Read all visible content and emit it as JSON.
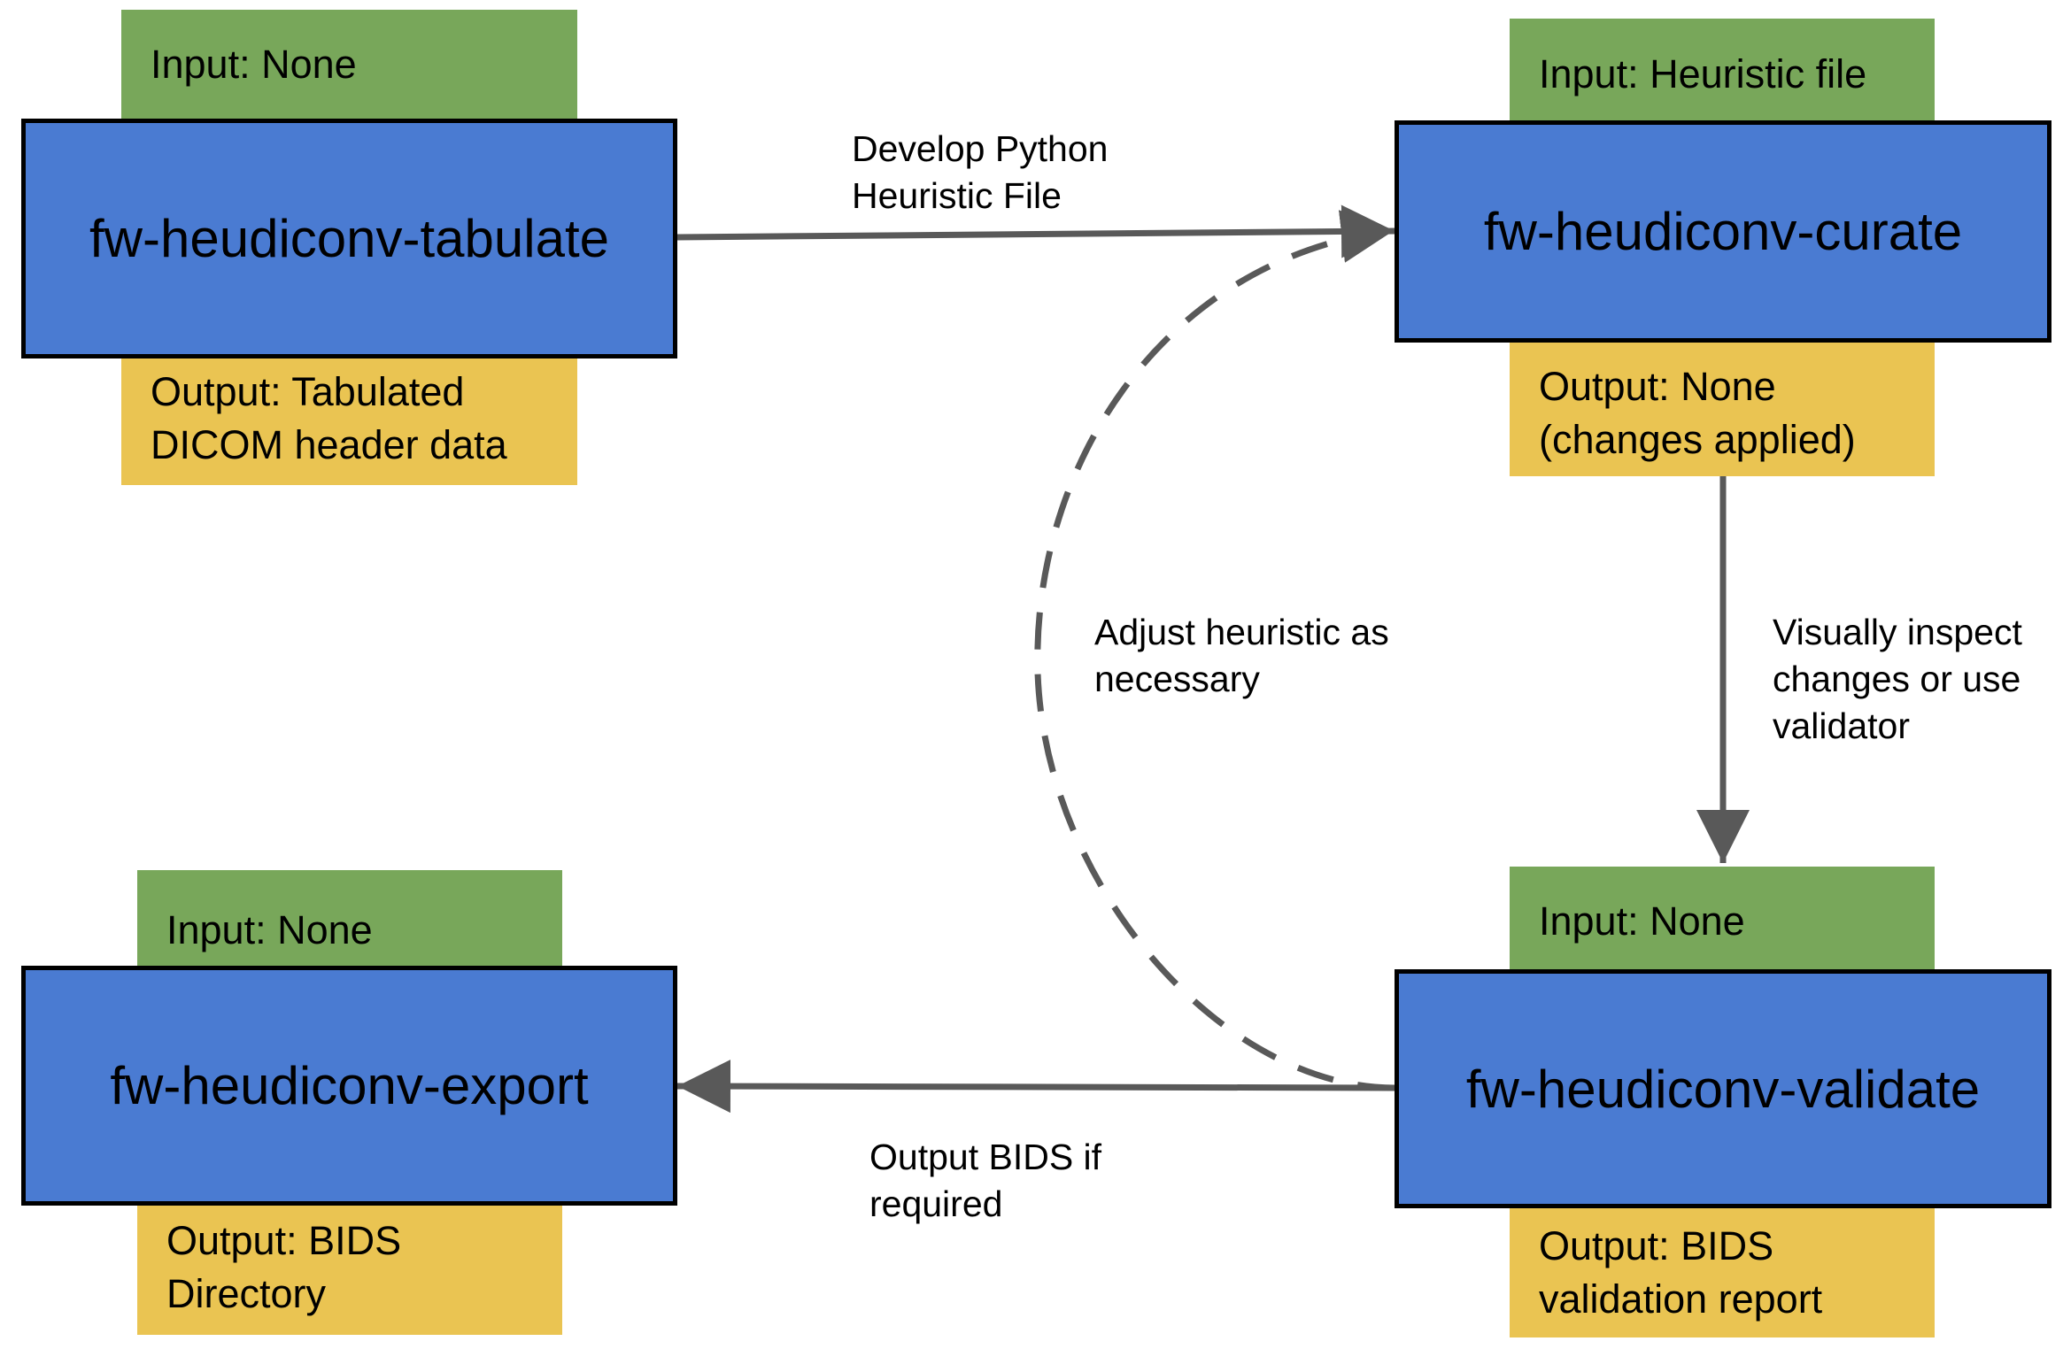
{
  "nodes": {
    "tabulate": {
      "title": "fw-heudiconv-tabulate",
      "input": "Input: None",
      "output": [
        "Output: Tabulated",
        "DICOM header data"
      ]
    },
    "curate": {
      "title": "fw-heudiconv-curate",
      "input": "Input: Heuristic file",
      "output": [
        "Output: None",
        "(changes applied)"
      ]
    },
    "validate": {
      "title": "fw-heudiconv-validate",
      "input": "Input: None",
      "output": [
        "Output: BIDS",
        "validation report"
      ]
    },
    "export": {
      "title": "fw-heudiconv-export",
      "input": "Input: None",
      "output": [
        "Output: BIDS",
        "Directory"
      ]
    }
  },
  "edges": {
    "tabulate_to_curate": [
      "Develop Python",
      "Heuristic File"
    ],
    "curate_to_validate": [
      "Visually inspect",
      "changes or use",
      "validator"
    ],
    "validate_to_curate": [
      "Adjust heuristic as",
      "necessary"
    ],
    "validate_to_export": [
      "Output BIDS if",
      "required"
    ]
  },
  "colors": {
    "node_fill": "#4a7bd2",
    "input_fill": "#78a75a",
    "output_fill": "#eac452",
    "arrow": "#595959"
  }
}
